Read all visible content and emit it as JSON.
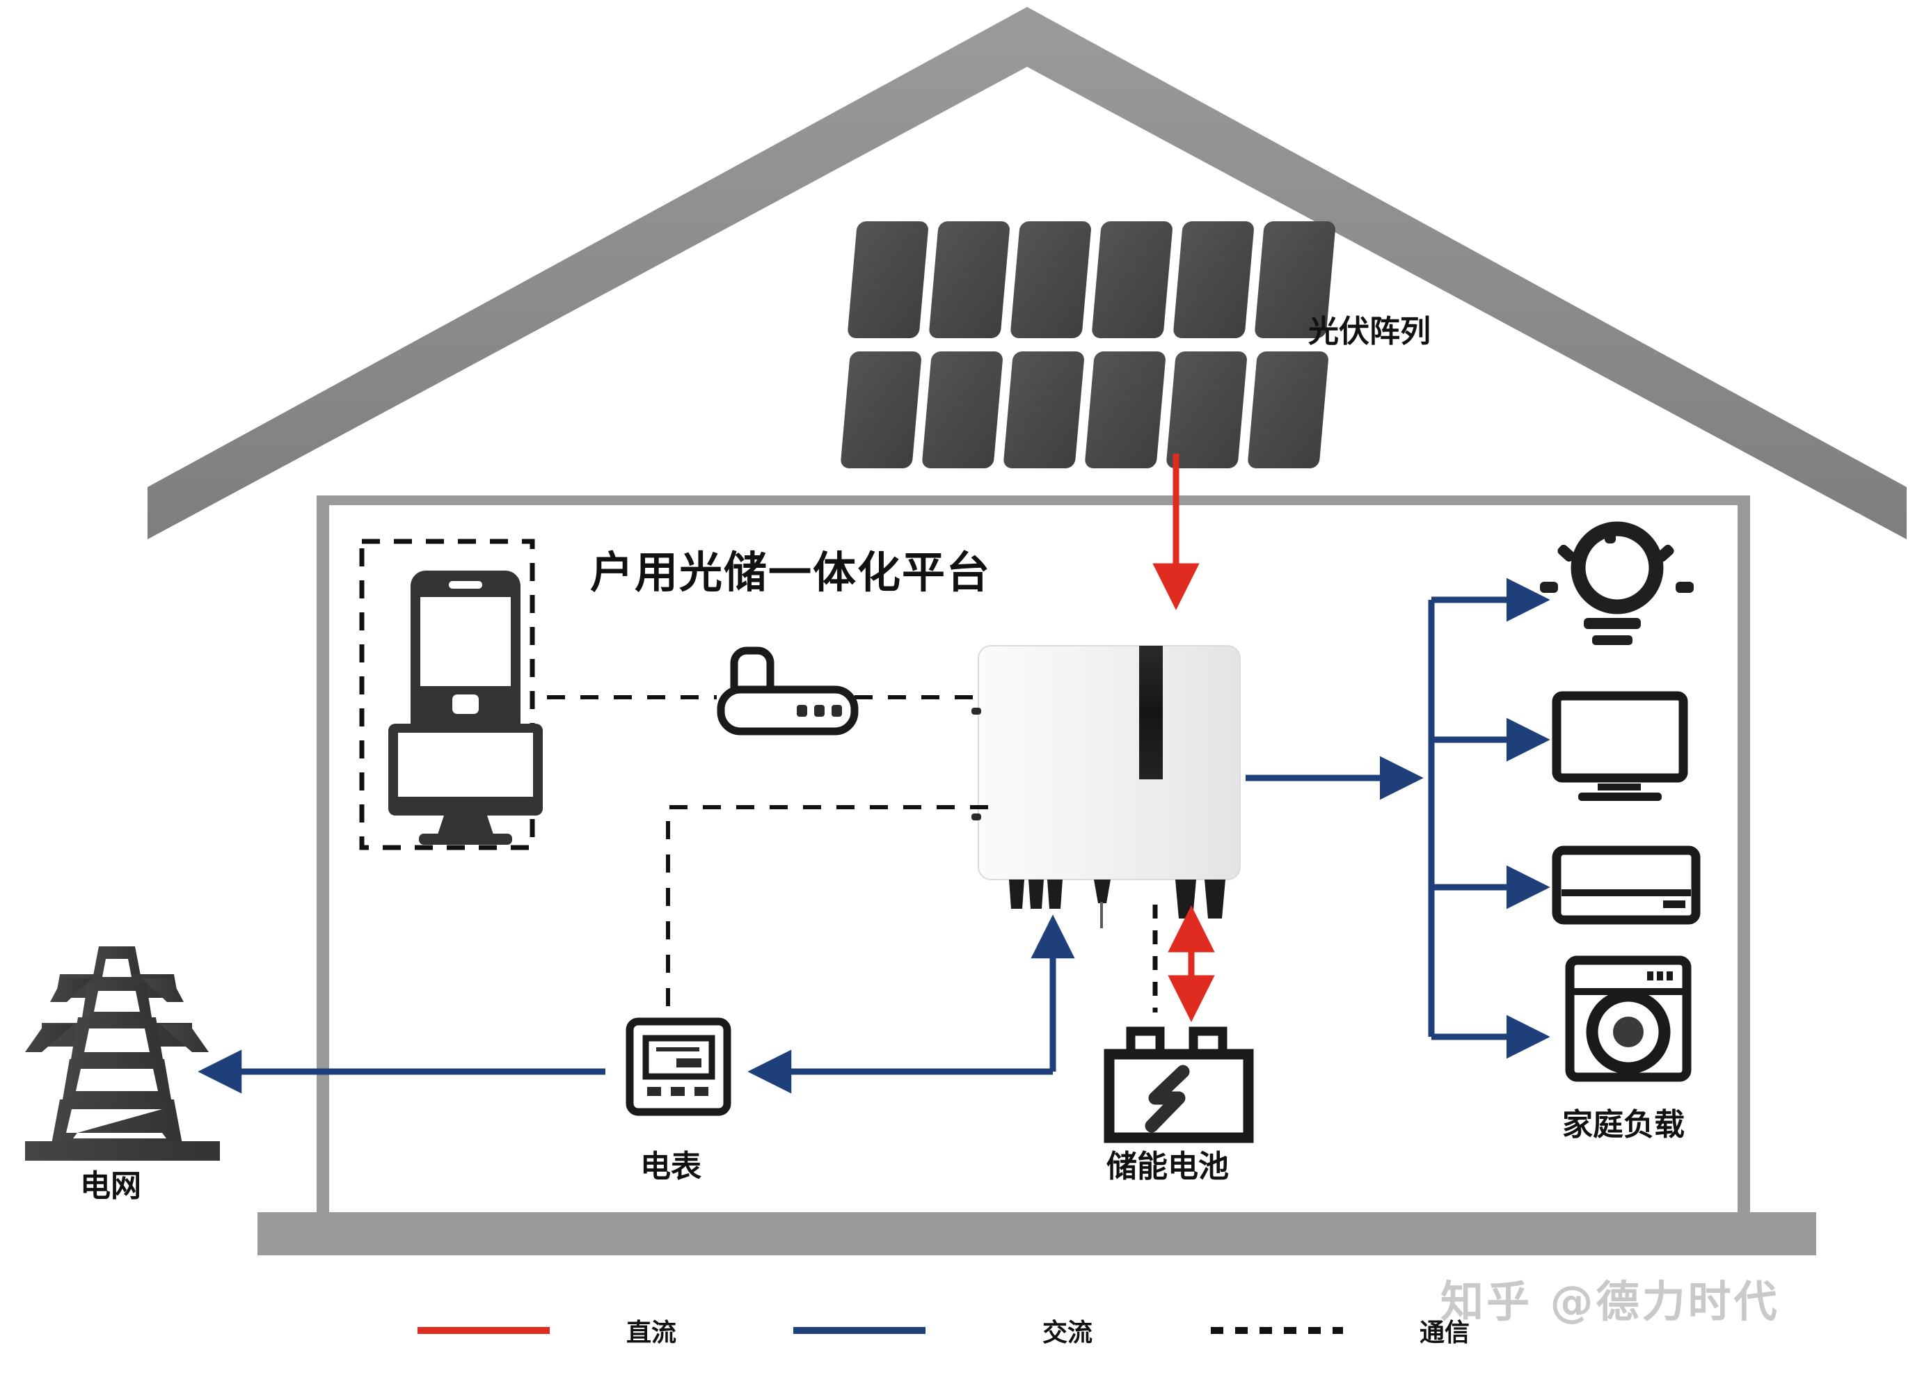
{
  "diagram": {
    "title": "户用光储一体化平台",
    "title_en_meaning": "Household PV-Storage Integrated Platform"
  },
  "labels": {
    "pv_array": "光伏阵列",
    "grid": "电网",
    "meter": "电表",
    "battery": "储能电池",
    "home_loads": "家庭负载"
  },
  "legend": {
    "items": [
      {
        "id": "dc",
        "label": "直流",
        "style": "solid",
        "color": "#e02b20"
      },
      {
        "id": "ac",
        "label": "交流",
        "style": "solid",
        "color": "#1f3f7a"
      },
      {
        "id": "comm",
        "label": "通信",
        "style": "dashed",
        "color": "#111111"
      }
    ]
  },
  "components": {
    "pv_panels": {
      "name": "solar-panel-array",
      "columns": 6,
      "rows": 2,
      "color": "#4a4a4a"
    },
    "inverter": {
      "name": "hybrid-inverter",
      "body_color": "#f2f2f2",
      "strip_color": "#1a1a1a"
    },
    "battery": {
      "name": "storage-battery",
      "symbol": "lightning-bolt"
    },
    "meter": {
      "name": "electric-meter"
    },
    "router": {
      "name": "wifi-router",
      "indicator_count": 3
    },
    "phone": {
      "name": "smartphone"
    },
    "monitor": {
      "name": "desktop-monitor"
    },
    "tower": {
      "name": "transmission-tower",
      "color": "#3d3d3d"
    },
    "loads": [
      {
        "name": "light-bulb-icon"
      },
      {
        "name": "television-icon"
      },
      {
        "name": "air-conditioner-icon"
      },
      {
        "name": "washing-machine-icon"
      }
    ],
    "house": {
      "name": "house-outline",
      "roof_color": "#8c8c8c",
      "wall_color": "#9a9a9a",
      "floor_color": "#9a9a9a"
    }
  },
  "colors": {
    "dc_red": "#e02b20",
    "ac_blue": "#1f3f7a",
    "comm_black": "#111111",
    "panel_gray": "#4a4a4a",
    "house_gray": "#8c8c8c",
    "watermark_gray": "#c9c9c9"
  },
  "watermark": {
    "text": "知乎 @德力时代"
  }
}
